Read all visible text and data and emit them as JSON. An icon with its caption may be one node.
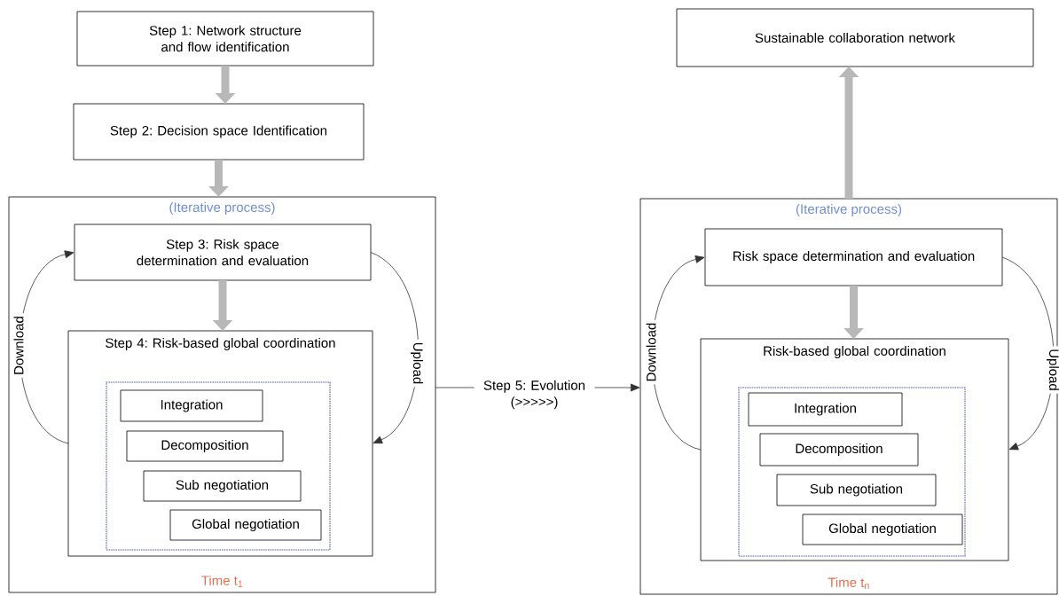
{
  "diagram": {
    "nodes": [
      {
        "text": [
          "Step 1: Network structure and flow identification"
        ]
      },
      {
        "text": [
          "Step 2: Decision space Identification"
        ]
      },
      {
        "text": [
          "(Iterative process)",
          "Time t$_{1}$"
        ]
      },
      {
        "text": [
          "Step 3: Risk space determination and evaluation"
        ],
        "in": 2
      },
      {
        "text": [
          "Step 4: Risk-based global coordination"
        ],
        "in": 2
      },
      {
        "text": [],
        "shape": "box",
        "in": 4
      },
      {
        "text": [
          "Integration"
        ],
        "in": 5
      },
      {
        "text": [
          "Decomposition"
        ],
        "in": 5
      },
      {
        "text": [
          "Sub negotiation"
        ],
        "in": 5
      },
      {
        "text": [
          "Global negotiation"
        ],
        "in": 5
      },
      {
        "text": [
          "Sustainable collaboration network"
        ]
      },
      {
        "text": [
          "(Iterative process)",
          "Time t$_{n}$"
        ]
      },
      {
        "text": [
          "Risk space determination and evaluation"
        ],
        "in": 11
      },
      {
        "text": [
          "Risk-based global coordination"
        ],
        "in": 11
      },
      {
        "text": [],
        "shape": "box",
        "in": 13
      },
      {
        "text": [
          "Integration"
        ],
        "in": 14
      },
      {
        "text": [
          "Decomposition"
        ],
        "in": 14
      },
      {
        "text": [
          "Sub negotiation"
        ],
        "in": 14
      },
      {
        "text": [
          "Global negotiation"
        ],
        "in": 14
      }
    ],
    "edges": [
      {
        "from": 0,
        "to": 1,
        "arrow": "to",
        "style": "thick",
        "color": "#b8b8b8"
      },
      {
        "from": 1,
        "to": 2,
        "arrow": "to",
        "style": "thick",
        "color": "#b8b8b8"
      },
      {
        "from": 3,
        "to": 4,
        "arrow": "to",
        "style": "thick",
        "color": "#b8b8b8"
      },
      {
        "from": 4,
        "to": 3,
        "arrow": "to",
        "label": "Download",
        "color": "#333333"
      },
      {
        "from": 3,
        "to": 4,
        "arrow": "to",
        "label": "Upload",
        "color": "#333333"
      },
      {
        "from": 2,
        "to": 11,
        "arrow": "to",
        "label": "Step 5: Evolution (>>>>>)",
        "color": "#333333"
      },
      {
        "from": 12,
        "to": 13,
        "arrow": "to",
        "style": "thick",
        "color": "#b8b8b8"
      },
      {
        "from": 13,
        "to": 12,
        "arrow": "to",
        "label": "Download",
        "color": "#333333"
      },
      {
        "from": 12,
        "to": 13,
        "arrow": "to",
        "label": "Upload",
        "color": "#333333"
      },
      {
        "from": 11,
        "to": 10,
        "arrow": "to",
        "style": "thick",
        "color": "#b8b8b8"
      }
    ]
  }
}
